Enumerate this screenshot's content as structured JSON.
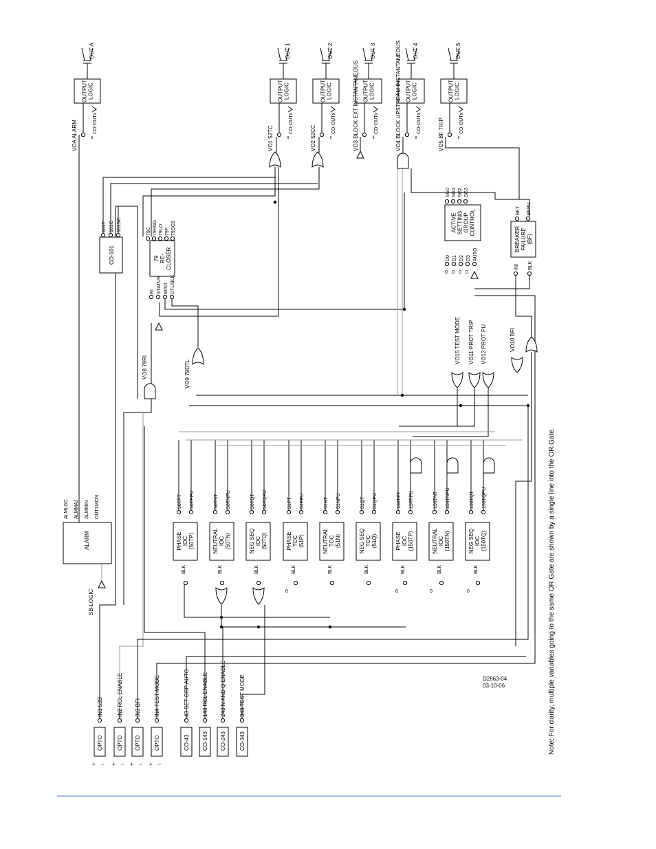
{
  "note": "Note: For clarity, multiple variables going to the same OR Gate are shown by a single line into the OR Gate.",
  "drawing_id": "D2863-04",
  "drawing_date": "03-10-06",
  "outputs": [
    {
      "name": "OUT A",
      "box": [
        "OUTPUT",
        "LOGIC"
      ],
      "co": "CO-OUTx",
      "vo": "VOA ALARM"
    },
    {
      "name": "OUT 1",
      "box": [
        "OUTPUT",
        "LOGIC"
      ],
      "co": "CO-OUTx",
      "vo": "VO1 52TC"
    },
    {
      "name": "OUT 2",
      "box": [
        "OUTPUT",
        "LOGIC"
      ],
      "co": "CO-OUTx",
      "vo": "VO2 52CC"
    },
    {
      "name": "OUT 3",
      "box": [
        "OUTPUT",
        "LOGIC"
      ],
      "co": "CO-OUTx",
      "vo": "VO3 BLOCK EXT INSTANTANEOUS"
    },
    {
      "name": "OUT 4",
      "box": [
        "OUTPUT",
        "LOGIC"
      ],
      "co": "CO-OUTx",
      "vo": "VO4 BLOCK UPSTREAM INSTANTANEOUS"
    },
    {
      "name": "OUT 5",
      "box": [
        "OUTPUT",
        "LOGIC"
      ],
      "co": "CO-OUTx",
      "vo": "VO5 BF TRIP"
    }
  ],
  "co101": {
    "name": "CO-101",
    "pins": [
      "101T",
      "101C",
      "101SC"
    ]
  },
  "recloser": {
    "lines": [
      "79",
      "RE-",
      "CLOSER"
    ],
    "outs": [
      "79C",
      "79RNG",
      "79LO",
      "79F",
      "79SCB"
    ],
    "ins": [
      "RI",
      "STATUS",
      "WAIT",
      "DTL/BLK"
    ]
  },
  "asg": {
    "lines": [
      "ACTIVE",
      "SETTING",
      "GROUP",
      "CONTROL"
    ],
    "outs": [
      "SG0",
      "SG1",
      "SG2",
      "SG3"
    ],
    "ins": [
      "D0",
      "D1",
      "D2",
      "D3",
      "AUTO"
    ]
  },
  "bf": {
    "lines": [
      "BREAKER",
      "FAILURE",
      "(BF)"
    ],
    "outs": [
      "BFT",
      "BFPU"
    ],
    "ins": [
      "INI",
      "BLK"
    ]
  },
  "mid_vos": [
    "VO15 TEST MODE",
    "VO11 PROT TRIP",
    "VO12 PROT PU",
    "VO10 BFI",
    "VO8 79RI",
    "VO9 79DTL"
  ],
  "alarm": {
    "name": "ALARM",
    "outs": [
      "ALMLGC",
      "ALMMAJ",
      "ALMMIN",
      "OUT1MON"
    ],
    "in": "SB-LOGIC"
  },
  "elements": [
    {
      "lines": [
        "PHASE",
        "IOC",
        "(50TP)"
      ],
      "outs": [
        "50TPT",
        "50TPPU"
      ],
      "blk": "BLK"
    },
    {
      "lines": [
        "NEUTRAL",
        "IOC",
        "(50TN)"
      ],
      "outs": [
        "50TNT",
        "50TNPU"
      ],
      "blk": "BLK"
    },
    {
      "lines": [
        "NEG SEQ",
        "IOC",
        "(50TQ)"
      ],
      "outs": [
        "50TQT",
        "50TQPU"
      ],
      "blk": "BLK"
    },
    {
      "lines": [
        "PHASE",
        "TOC",
        "(51P)"
      ],
      "outs": [
        "51PT",
        "51PPU"
      ],
      "blk": "BLK"
    },
    {
      "lines": [
        "NEUTRAL",
        "TOC",
        "(51N)"
      ],
      "outs": [
        "51NT",
        "51NPU"
      ],
      "blk": "BLK"
    },
    {
      "lines": [
        "NEG SEQ",
        "TOC",
        "(51Q)"
      ],
      "outs": [
        "51QT",
        "51QPU"
      ],
      "blk": "BLK"
    },
    {
      "lines": [
        "PHASE",
        "IOC",
        "(150TP)"
      ],
      "outs": [
        "150TPT",
        "15TPPU"
      ],
      "blk": "BLK"
    },
    {
      "lines": [
        "NEUTRAL",
        "IOC",
        "(150TN)"
      ],
      "outs": [
        "150TNT",
        "150TNPU"
      ],
      "blk": "BLK"
    },
    {
      "lines": [
        "NEG SEQ",
        "IOC",
        "(150TQ)"
      ],
      "outs": [
        "150TQT",
        "150TQPU"
      ],
      "blk": "BLK"
    }
  ],
  "inputs": [
    {
      "box": "OPTO",
      "label": "IN1 52B"
    },
    {
      "box": "OPTO",
      "label": "IN2 RCL ENABLE"
    },
    {
      "box": "OPTO",
      "label": "IN3 BFI"
    },
    {
      "box": "OPTO",
      "label": "IN4 TEST MODE"
    },
    {
      "box": "CO-43",
      "label": "43 SET GRP AUTO"
    },
    {
      "box": "CO-143",
      "label": "143 RCL ENABLE"
    },
    {
      "box": "CO-243",
      "label": "243 N AND Q ENABLE"
    },
    {
      "box": "CO-343",
      "label": "343 TEST MODE"
    }
  ],
  "plus": "+",
  "minus": "–",
  "zero": "0"
}
